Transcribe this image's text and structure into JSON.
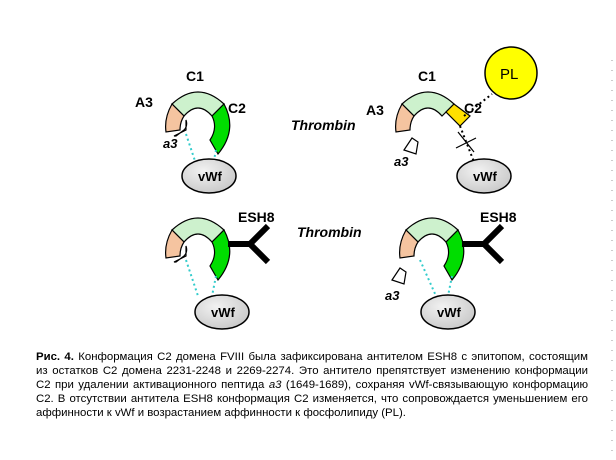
{
  "labels": {
    "c1": "C1",
    "c2": "C2",
    "a3": "A3",
    "a3_peptide": "a3",
    "vwf": "vWf",
    "esh8": "ESH8",
    "thrombin": "Thrombin",
    "pl": "PL"
  },
  "caption": {
    "fig_label": "Рис. 4.",
    "text_1": " Конформация С2 домена FVIII была зафиксирована антителом ESH8 с эпитопом, состоящим из остатков С2 домена 2231-2248 и 2269-2274. Это антитело препятствует изменению конформации С2 при удалении активационного пептида ",
    "a3_italic": "а3",
    "text_2": " (1649-1689), сохраняя vWf-связывающую конформацию С2. В отсутствии антитела ESH8 конформация С2 изменяется, что сопровождается уменьшением его аффинности к vWf и возрастанием аффинности к фосфолипиду (PL)."
  },
  "colors": {
    "c1": "#cdf1cd",
    "c2": "#00dd00",
    "a3": "#f5c4a0",
    "c2_yellow": "#ffe000",
    "pl": "#ffff00",
    "vwf": "#d9d9d9",
    "dotted_link": "#33cccc",
    "antibody": "#000000"
  }
}
